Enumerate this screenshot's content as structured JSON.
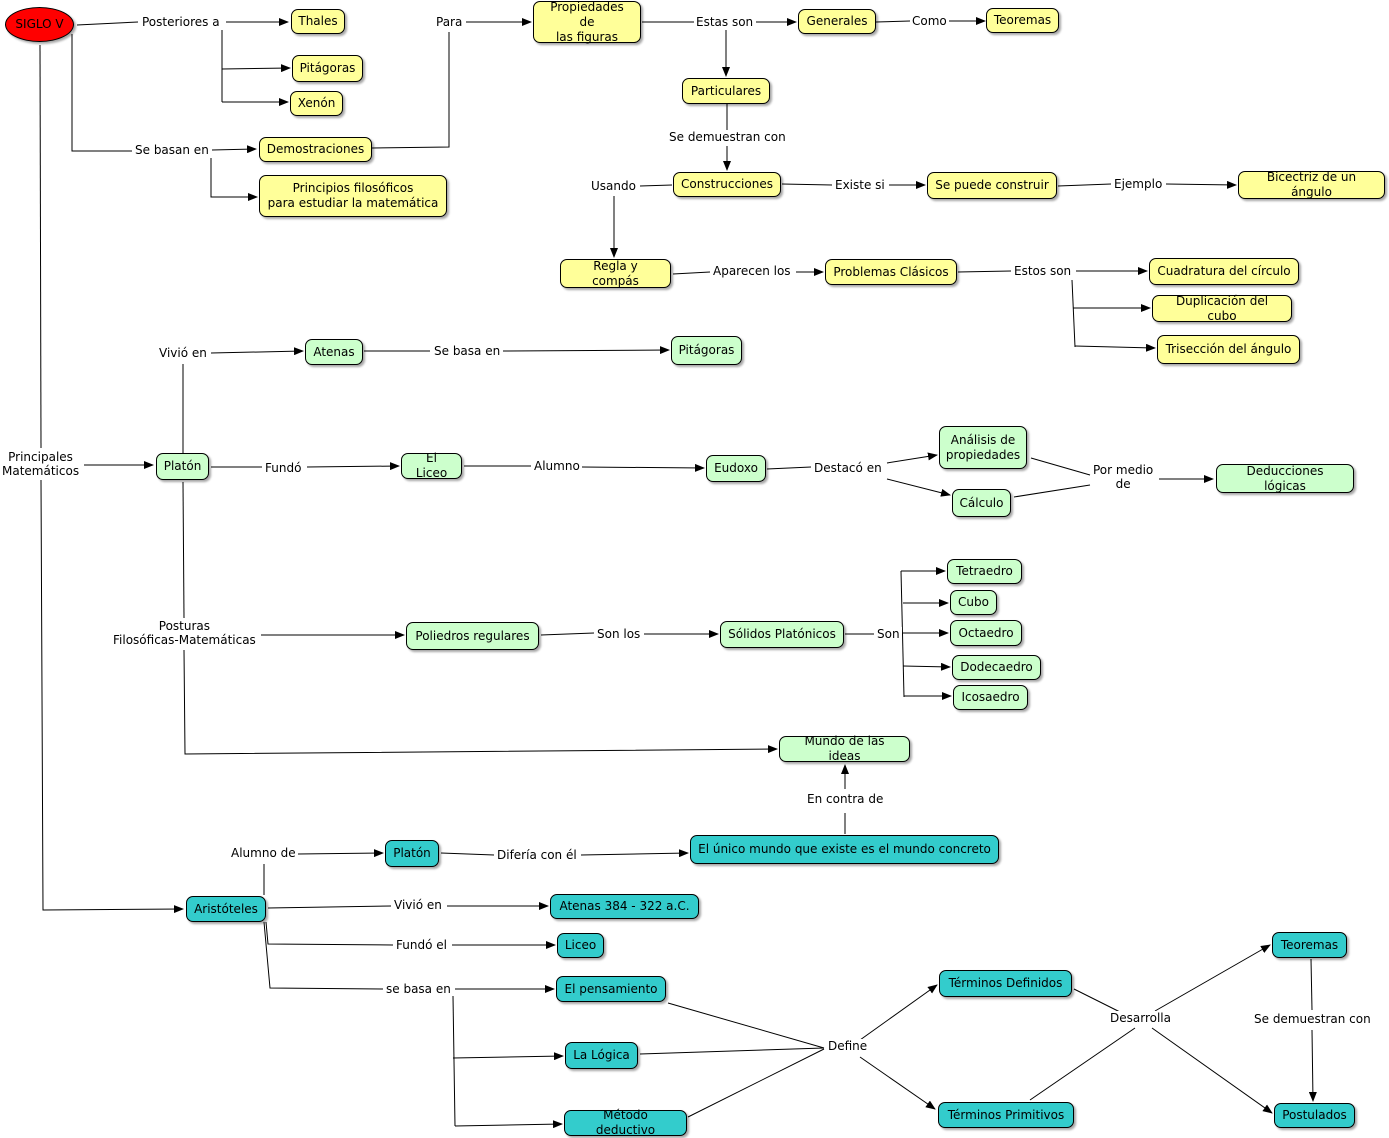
{
  "nodes": {
    "siglo": "SIGLO V",
    "thales": "Thales",
    "pitagoras1": "Pitágoras",
    "xenon": "Xenón",
    "demostraciones": "Demostraciones",
    "principios": "Principios filosóficos\npara estudiar la matemática",
    "propiedades": "Propiedades de\nlas figuras",
    "generales": "Generales",
    "teoremas1": "Teoremas",
    "particulares": "Particulares",
    "construcciones": "Construcciones",
    "se_puede": "Se puede construir",
    "bicectriz": "Bicectriz de un ángulo",
    "regla": "Regla y compás",
    "problemas": "Problemas Clásicos",
    "cuadratura": "Cuadratura del círculo",
    "duplicacion": "Duplicación del cubo",
    "triseccion": "Trisección del ángulo",
    "atenas": "Atenas",
    "pitagoras2": "Pitágoras",
    "platon": "Platón",
    "liceo_el": "El Liceo",
    "eudoxo": "Eudoxo",
    "analisis": "Análisis de\npropiedades",
    "calculo": "Cálculo",
    "deducciones": "Deducciones lógicas",
    "poliedros": "Poliedros regulares",
    "solidos": "Sólidos Platónicos",
    "tetraedro": "Tetraedro",
    "cubo": "Cubo",
    "octaedro": "Octaedro",
    "dodecaedro": "Dodecaedro",
    "icosaedro": "Icosaedro",
    "mundo_ideas": "Mundo de las ideas",
    "platon2": "Platón",
    "unico_mundo": "El único mundo que existe es el mundo concreto",
    "aristoteles": "Aristóteles",
    "atenas384": "Atenas 384 - 322 a.C.",
    "liceo": "Liceo",
    "pensamiento": "El pensamiento",
    "logica": "La Lógica",
    "metodo": "Método deductivo",
    "terminos_def": "Términos Definidos",
    "terminos_prim": "Términos Primitivos",
    "teoremas2": "Teoremas",
    "postulados": "Postulados"
  },
  "links": {
    "posteriores": "Posteriores a",
    "se_basan": "Se basan en",
    "para": "Para",
    "estas_son": "Estas son",
    "como": "Como",
    "se_demuestran": "Se demuestran con",
    "usando": "Usando",
    "existe_si": "Existe si",
    "ejemplo": "Ejemplo",
    "aparecen": "Aparecen los",
    "estos_son": "Estos son",
    "principales": "Principales\nMatemáticos",
    "vivio1": "Vivió en",
    "se_basa": "Se basa en",
    "fundo": "Fundó",
    "alumno": "Alumno",
    "destaco": "Destacó en",
    "por_medio": "Por medio\nde",
    "posturas": "Posturas\nFilosóficas-Matemáticas",
    "son_los": "Son los",
    "son": "Son",
    "en_contra": "En contra de",
    "alumno_de": "Alumno de",
    "diferia": "Difería con él",
    "vivio2": "Vivió en",
    "fundo_el": "Fundó el",
    "se_basa2": "se basa en",
    "define": "Define",
    "desarrolla": "Desarrolla",
    "se_demuestran2": "Se demuestran con"
  },
  "colors": {
    "yellow": "#ffff99",
    "green": "#ccffcc",
    "teal": "#33cccc",
    "red": "#ff0000"
  }
}
